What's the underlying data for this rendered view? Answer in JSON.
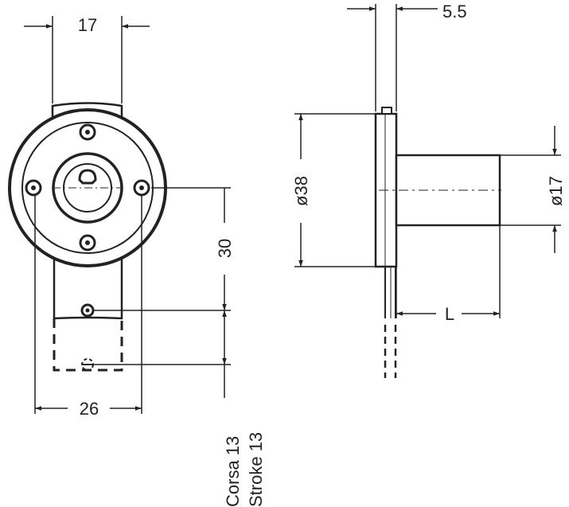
{
  "front_view": {
    "width_top": "17",
    "height_stroke": "30",
    "width_bottom": "26",
    "stroke_it": "Corsa 13",
    "stroke_en": "Stroke 13"
  },
  "side_view": {
    "plate_thickness": "5.5",
    "plate_diameter": "ø38",
    "cylinder_diameter": "ø17",
    "cylinder_length": "L"
  },
  "colors": {
    "ink": "#222222",
    "paper": "#ffffff"
  }
}
